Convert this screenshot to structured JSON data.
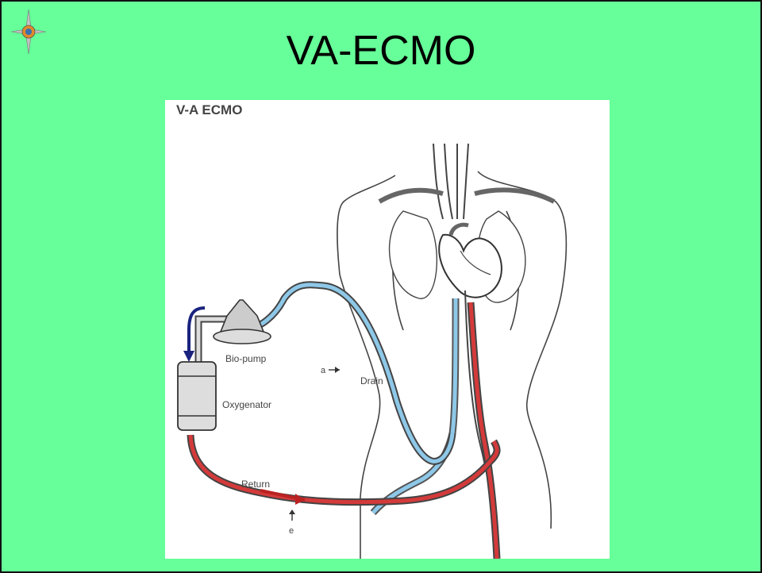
{
  "slide": {
    "title": "VA-ECMO",
    "background_color": "#66ff99",
    "logo_icon": "compass-rose-icon"
  },
  "figure": {
    "heading": "V-A ECMO",
    "labels": {
      "pump": "Bio-pump",
      "oxygenator": "Oxygenator",
      "drain": "Drain",
      "return": "Return",
      "marker_a": "a",
      "marker_e": "e"
    },
    "colors": {
      "drain_line": "#8ec8e8",
      "return_line": "#d43a3a",
      "flow_arrow": "#1a237e"
    }
  }
}
